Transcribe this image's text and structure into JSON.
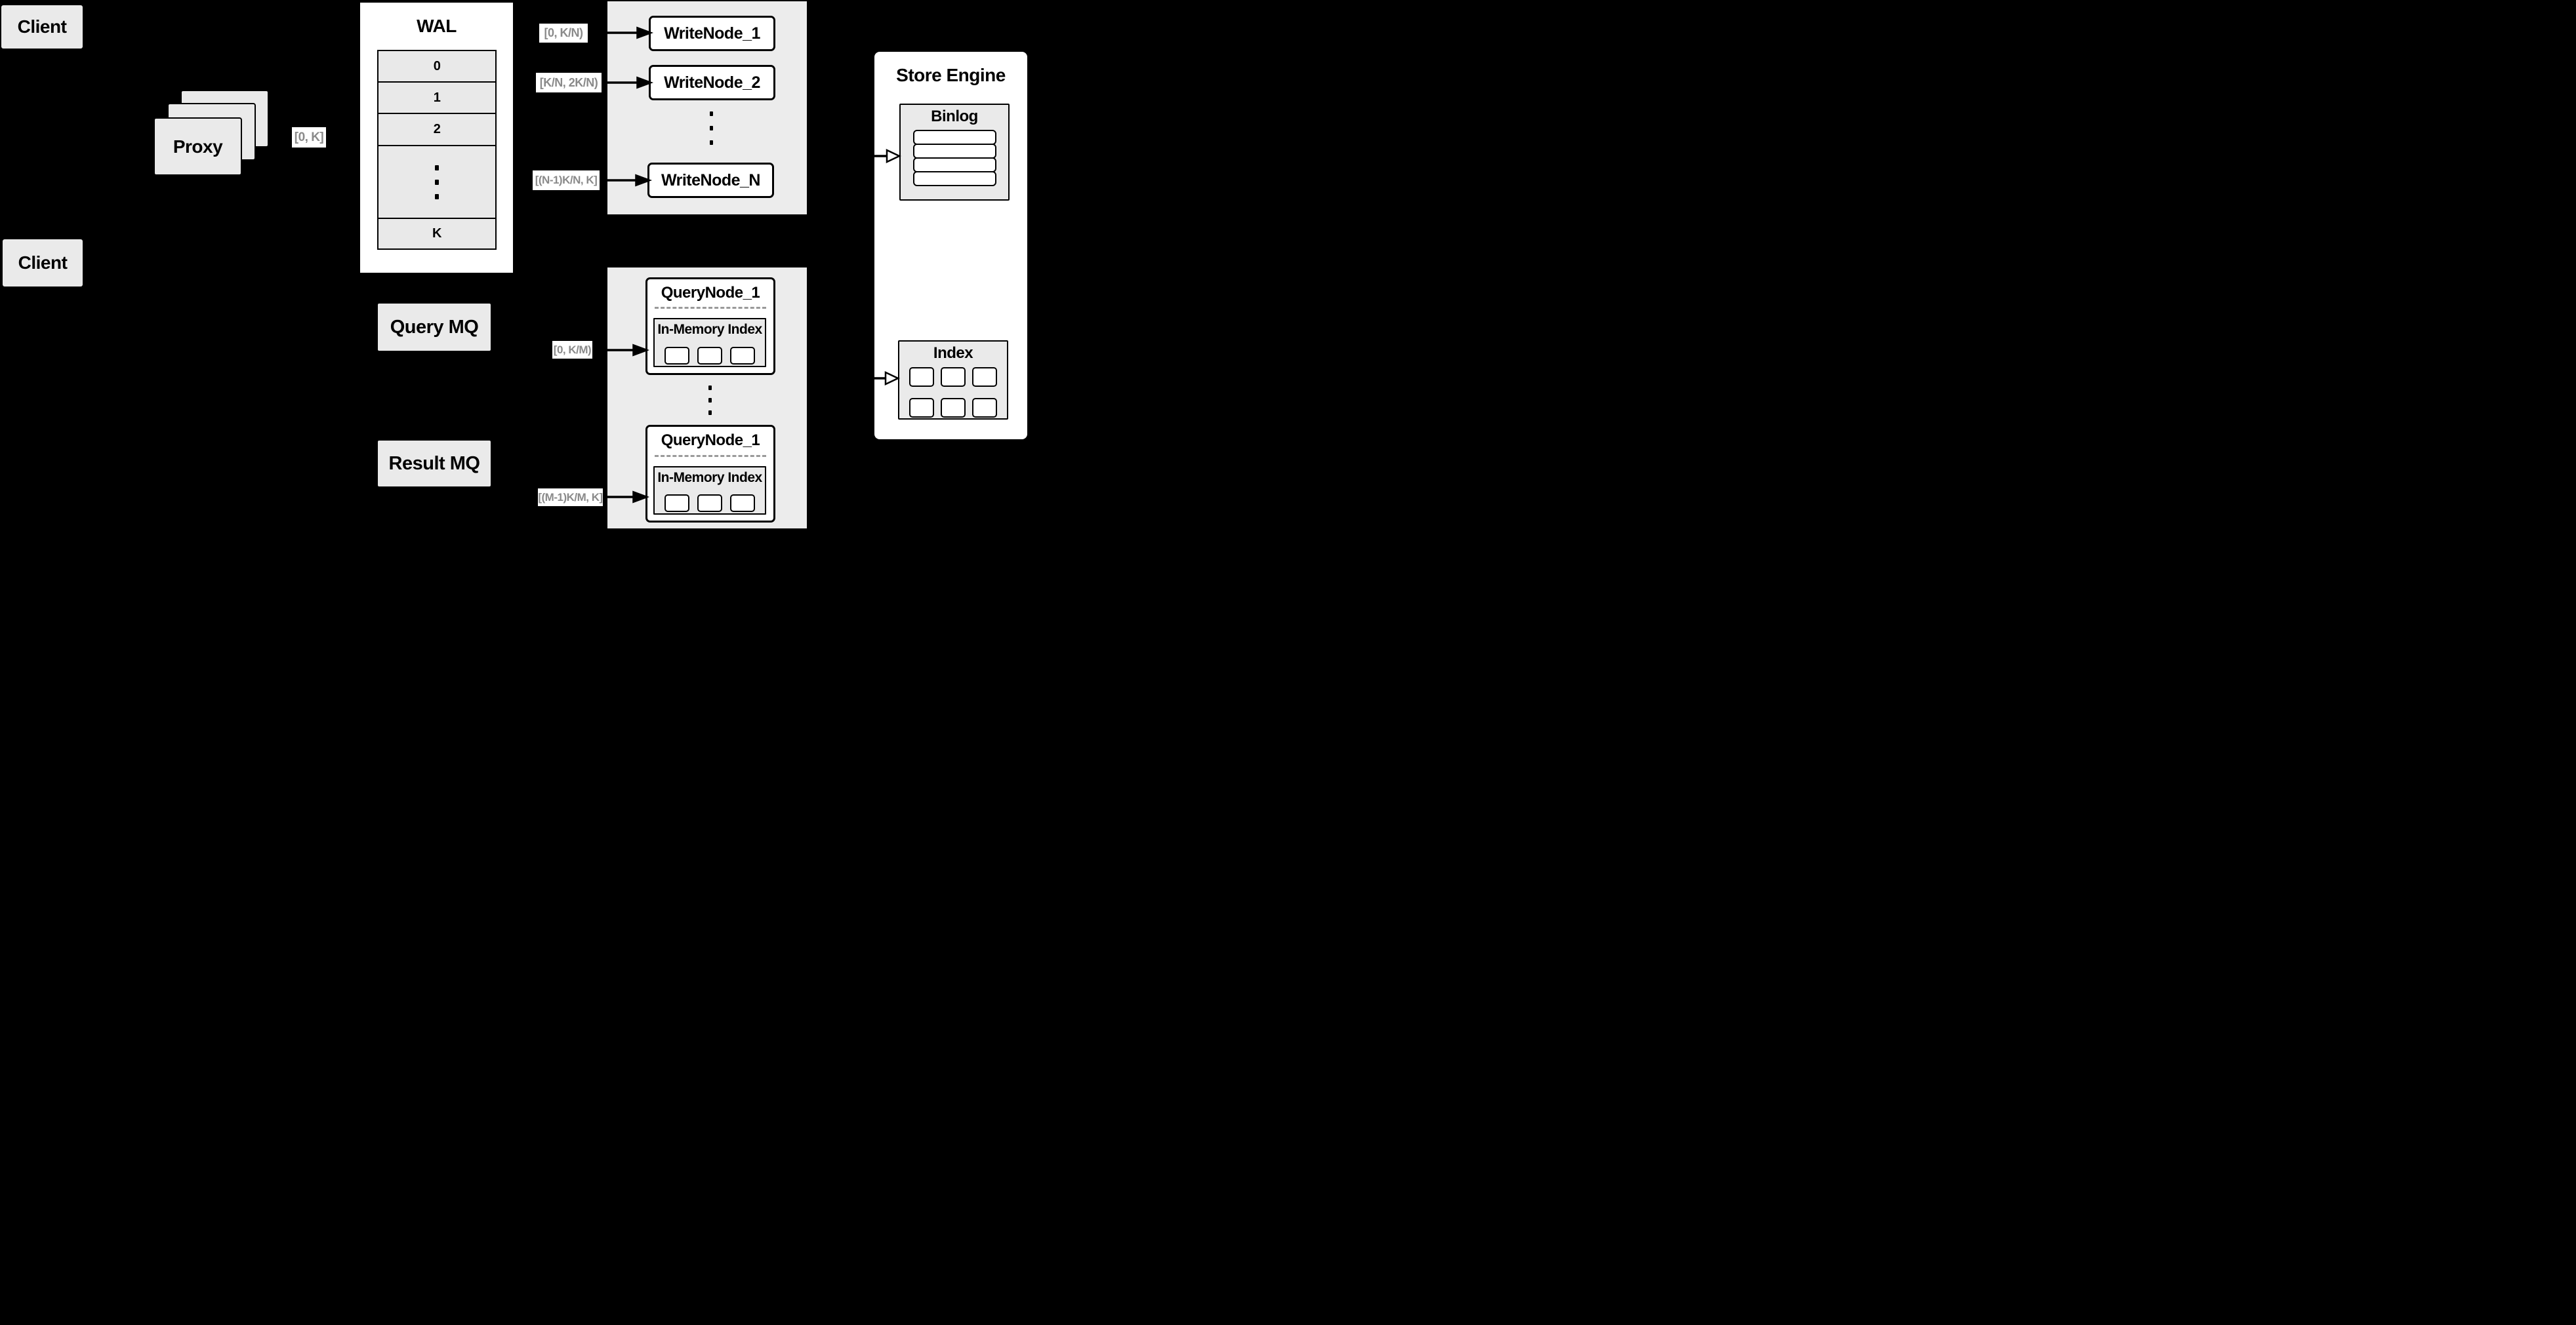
{
  "background": "#000000",
  "palette": {
    "box_gray": "#eaeaea",
    "panel_gray": "#ececec",
    "box_white": "#ffffff",
    "line_color": "#000000",
    "range_label_text": "#8a8a8a"
  },
  "clients": {
    "top_label": "Client",
    "bottom_label": "Client"
  },
  "proxy": {
    "label": "Proxy"
  },
  "wal": {
    "title": "WAL",
    "rows": [
      "0",
      "1",
      "2",
      "K"
    ]
  },
  "write_section": {
    "node1": "WriteNode_1",
    "node2": "WriteNode_2",
    "nodeN": "WriteNode_N"
  },
  "query_section": {
    "top": {
      "title": "QueryNode_1",
      "inner_title": "In-Memory Index"
    },
    "bottom": {
      "title": "QueryNode_1",
      "inner_title": "In-Memory Index"
    }
  },
  "mq": {
    "query_label": "Query MQ",
    "result_label": "Result MQ"
  },
  "store_engine": {
    "title": "Store Engine",
    "binlog_title": "Binlog",
    "index_title": "Index"
  },
  "edge_labels": {
    "proxy_wal": "[0, K]",
    "write1": "[0,  K/N)",
    "write2": "[K/N, 2K/N)",
    "writeN": "[(N-1)K/N,  K]",
    "query1": "[0, K/M)",
    "queryM": "[(M-1)K/M, K]"
  }
}
